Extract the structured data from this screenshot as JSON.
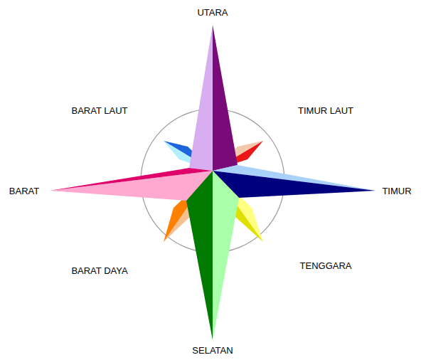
{
  "diagram": {
    "labels": [
      "UTARA",
      "BARAT LAUT",
      "TIMUR LAUT",
      "BARAT",
      "TIMUR",
      "BARAT DAYA",
      "TENGGARA",
      "SELATAN"
    ]
  }
}
